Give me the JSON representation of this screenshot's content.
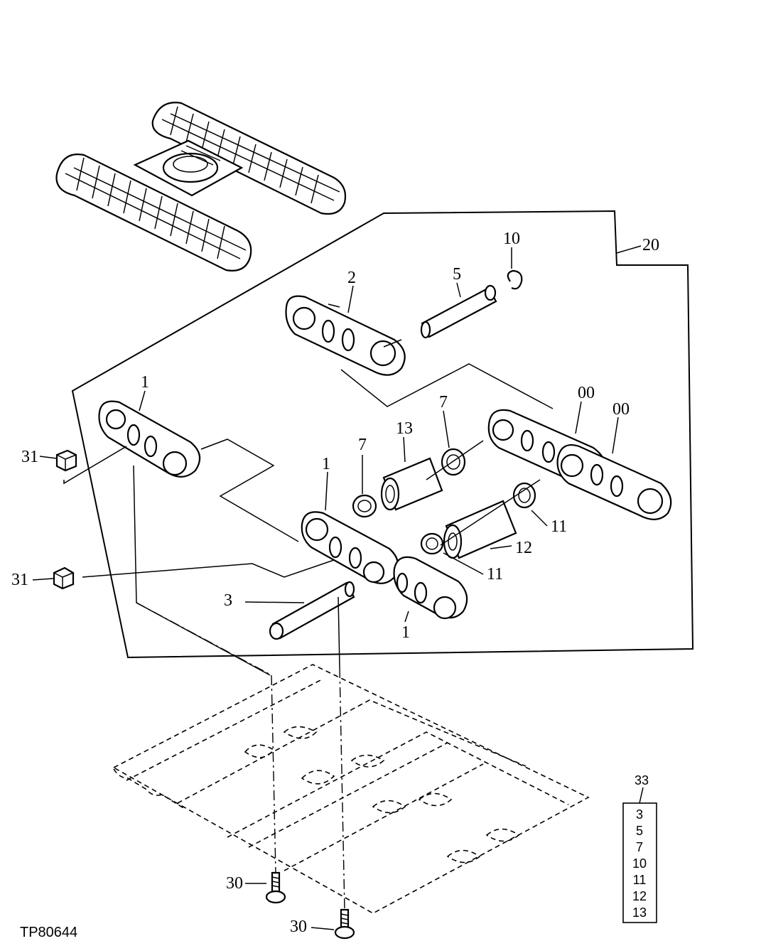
{
  "diagram_id": "TP80644",
  "callouts": {
    "c1a": "1",
    "c1b": "1",
    "c1c": "1",
    "c2": "2",
    "c3": "3",
    "c5": "5",
    "c7a": "7",
    "c7b": "7",
    "c10": "10",
    "c11a": "11",
    "c11b": "11",
    "c12": "12",
    "c13": "13",
    "c20": "20",
    "c00a": "00",
    "c00b": "00",
    "c30a": "30",
    "c30b": "30",
    "c31a": "31",
    "c31b": "31"
  },
  "kit": {
    "number": "33",
    "items": [
      "3",
      "5",
      "7",
      "10",
      "11",
      "12",
      "13"
    ]
  }
}
